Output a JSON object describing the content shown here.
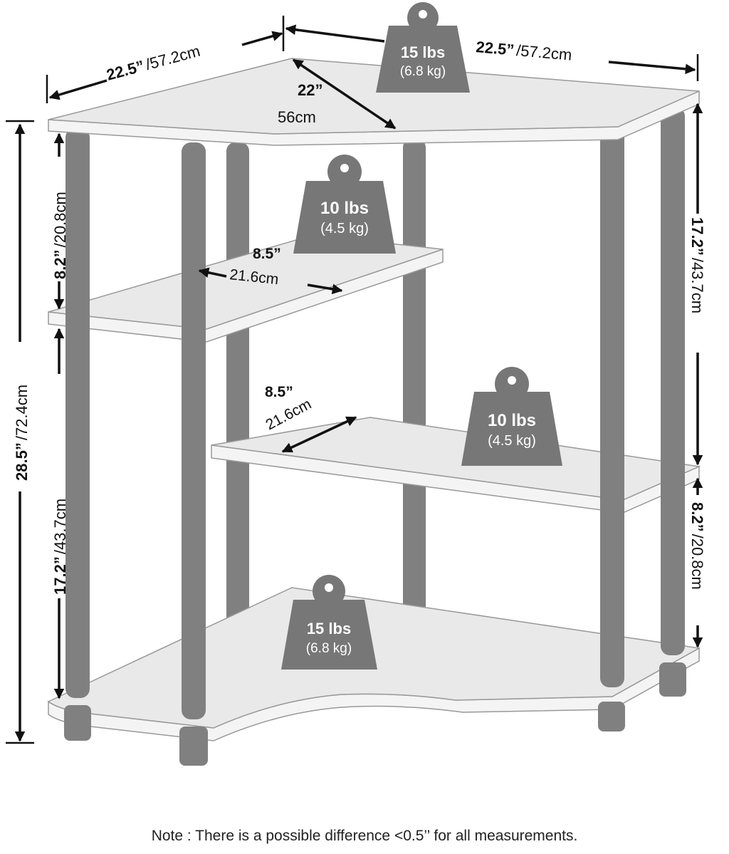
{
  "colors": {
    "shelf_fill": "#e9e9e9",
    "shelf_edge": "#999999",
    "post": "#808080",
    "weight_badge": "#777777",
    "arrow": "#111111"
  },
  "top_dims": {
    "left_width": {
      "in": "22.5”",
      "cm": "/57.2cm"
    },
    "right_width": {
      "in": "22.5”",
      "cm": "/57.2cm"
    },
    "diagonal": {
      "in": "22”",
      "cm": "56cm"
    }
  },
  "shelf_depths": {
    "upper": {
      "in": "8.5”",
      "cm": "21.6cm"
    },
    "middle": {
      "in": "8.5”",
      "cm": "21.6cm"
    }
  },
  "heights": {
    "total": {
      "in": "28.5”",
      "cm": "/72.4cm"
    },
    "left_top_gap": {
      "in": "8.2”",
      "cm": "/20.8cm"
    },
    "left_bottom_gap": {
      "in": "17.2”",
      "cm": "/43.7cm"
    },
    "right_top_gap": {
      "in": "17.2”",
      "cm": "/43.7cm"
    },
    "right_bottom_gap": {
      "in": "8.2”",
      "cm": "/20.8cm"
    }
  },
  "weights": {
    "top": {
      "lbs": "15 lbs",
      "kg": "(6.8 kg)"
    },
    "upper": {
      "lbs": "10 lbs",
      "kg": "(4.5 kg)"
    },
    "middle": {
      "lbs": "10 lbs",
      "kg": "(4.5 kg)"
    },
    "bottom": {
      "lbs": "15 lbs",
      "kg": "(6.8 kg)"
    }
  },
  "note": "Note : There is a possible difference <0.5’’ for all measurements."
}
